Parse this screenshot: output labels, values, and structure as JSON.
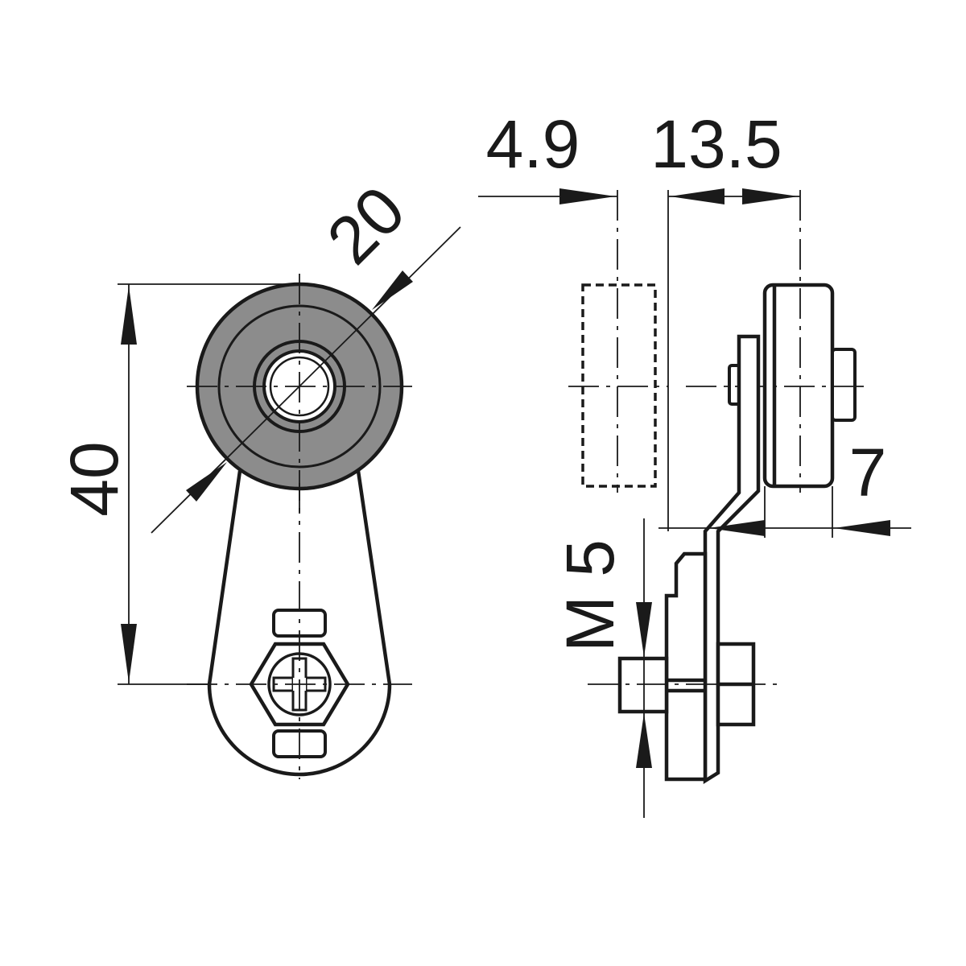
{
  "dimensions": {
    "roller_diameter": "20",
    "lever_length": "40",
    "offset_hidden": "4.9",
    "offset_roller": "13.5",
    "roller_width": "7",
    "thread": "M 5"
  },
  "colors": {
    "line": "#1a1a1a",
    "roller_fill": "#8c8c8c",
    "background": "#ffffff"
  }
}
